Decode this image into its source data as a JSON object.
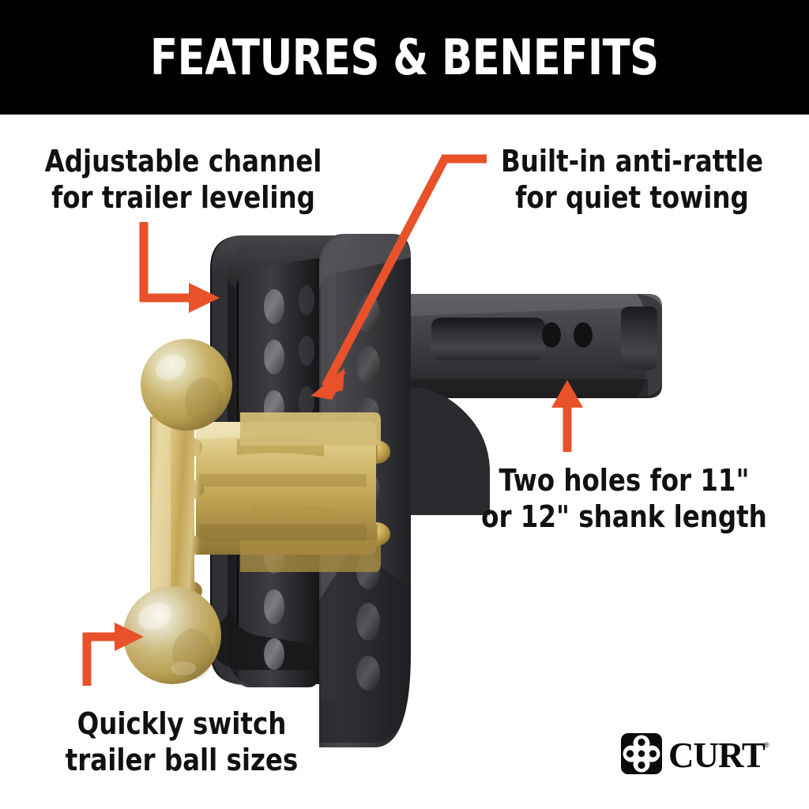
{
  "header": {
    "title": "FEATURES & BENEFITS",
    "background": "#000000",
    "text_color": "#ffffff"
  },
  "theme": {
    "accent": "#E8512A",
    "text": "#111111",
    "page_bg": "#ffffff",
    "metal_black": "#2e2e30",
    "metal_gold": "#c9a94e"
  },
  "callouts": [
    {
      "id": "adjustable-channel",
      "line1": "Adjustable channel",
      "line2": "for trailer leveling",
      "arrow": "elbow-down-right"
    },
    {
      "id": "anti-rattle",
      "line1": "Built-in anti-rattle",
      "line2": "for quiet towing",
      "arrow": "diagonal-down-left"
    },
    {
      "id": "shank-holes",
      "line1": "Two holes for 11\"",
      "line2": "or 12\" shank length",
      "arrow": "straight-up"
    },
    {
      "id": "trailer-balls",
      "line1": "Quickly switch",
      "line2": "trailer ball sizes",
      "arrow": "elbow-up-right"
    }
  ],
  "product": {
    "name": "adjustable-ball-mount-hitch",
    "parts": [
      "adjustable-channel",
      "dual-trailer-ball-mount",
      "shank-bar",
      "anti-rattle-bolts"
    ]
  },
  "logo": {
    "wordmark": "CURT",
    "trademark": "®",
    "mark": "curt-quatrefoil-icon"
  }
}
